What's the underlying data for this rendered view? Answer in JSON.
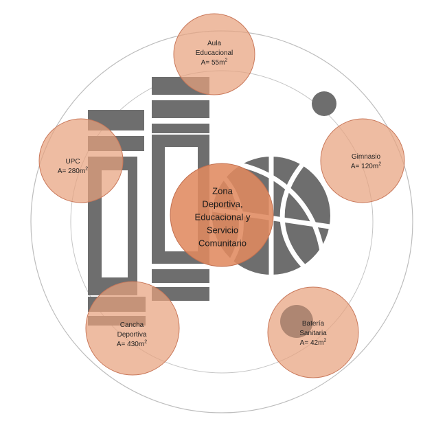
{
  "diagram": {
    "colors": {
      "accent": "#e8a27e",
      "center_fill": "#e08a60",
      "node_stroke": "#c9785a",
      "shape_gray": "#6e6e6e",
      "ring_stroke": "#bdbdbd"
    },
    "center": {
      "lines": [
        "Zona",
        "Deportiva,",
        "Educacional y",
        "Servicio",
        "Comunitario"
      ]
    },
    "nodes": [
      {
        "id": "aula",
        "lines": [
          "Aula",
          "Educacional"
        ],
        "area_prefix": "A= 55m",
        "area_sup": "2"
      },
      {
        "id": "gimnasio",
        "lines": [
          "Gimnasio"
        ],
        "area_prefix": "A= 120m",
        "area_sup": "2"
      },
      {
        "id": "bateria",
        "lines": [
          "Batería",
          "Sanitaria"
        ],
        "area_prefix": "A= 42m",
        "area_sup": "2"
      },
      {
        "id": "cancha",
        "lines": [
          "Cancha",
          "Deportiva"
        ],
        "area_prefix": "A= 430m",
        "area_sup": "2"
      },
      {
        "id": "upc",
        "lines": [
          "UPC"
        ],
        "area_prefix": "A= 280m",
        "area_sup": "2"
      }
    ]
  }
}
